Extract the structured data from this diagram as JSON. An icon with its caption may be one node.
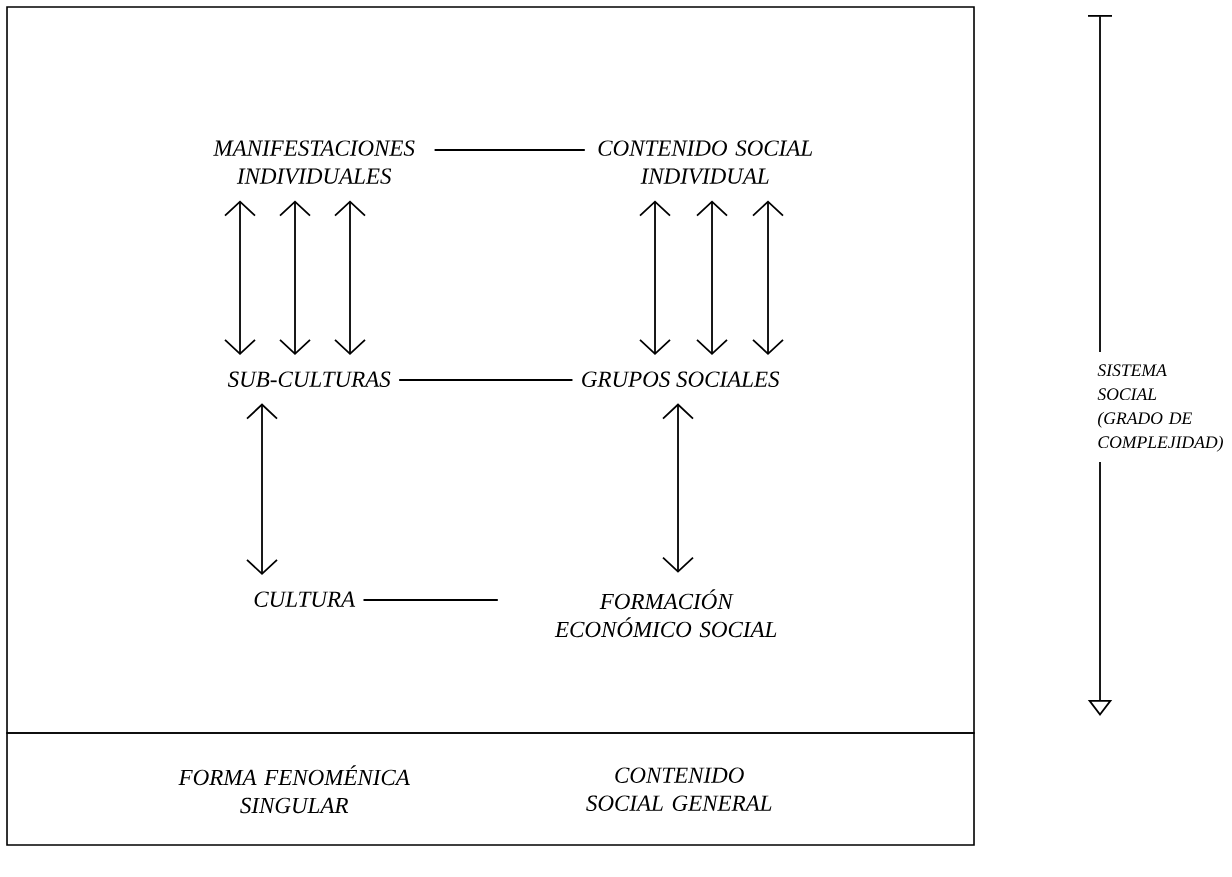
{
  "diagram": {
    "nodes": [
      {
        "text": [],
        "shape": "box"
      },
      {
        "text": [
          "MANIFESTACIONES INDIVIDUALES"
        ],
        "in": 0
      },
      {
        "text": [
          "CONTENIDO SOCIAL INDIVIDUAL"
        ],
        "in": 0
      },
      {
        "text": [
          "SUB-CULTURAS"
        ],
        "in": 0
      },
      {
        "text": [
          "GRUPOS SOCIALES"
        ],
        "in": 0
      },
      {
        "text": [
          "CULTURA"
        ],
        "in": 0
      },
      {
        "text": [
          "FORMACIÓN ECONÓMICO SOCIAL"
        ],
        "in": 0
      },
      {
        "text": [],
        "shape": "box"
      },
      {
        "text": [
          "FORMA FENOMÉNICA SINGULAR"
        ],
        "in": 7
      },
      {
        "text": [
          "CONTENIDO SOCIAL GENERAL"
        ],
        "in": 7
      }
    ],
    "edges": [
      {
        "from": 1,
        "to": 2,
        "arrow": "none"
      },
      {
        "from": 1,
        "to": 3,
        "arrow": "both"
      },
      {
        "from": 1,
        "to": 3,
        "arrow": "both"
      },
      {
        "from": 1,
        "to": 3,
        "arrow": "both"
      },
      {
        "from": 2,
        "to": 4,
        "arrow": "both"
      },
      {
        "from": 2,
        "to": 4,
        "arrow": "both"
      },
      {
        "from": 2,
        "to": 4,
        "arrow": "both"
      },
      {
        "from": 3,
        "to": 4,
        "arrow": "none"
      },
      {
        "from": 3,
        "to": 5,
        "arrow": "both"
      },
      {
        "from": 4,
        "to": 6,
        "arrow": "both"
      },
      {
        "from": 5,
        "to": 6,
        "arrow": "none"
      }
    ],
    "labels": [
      "SISTEMA SOCIAL (GRADO DE COMPLEJIDAD)"
    ]
  }
}
